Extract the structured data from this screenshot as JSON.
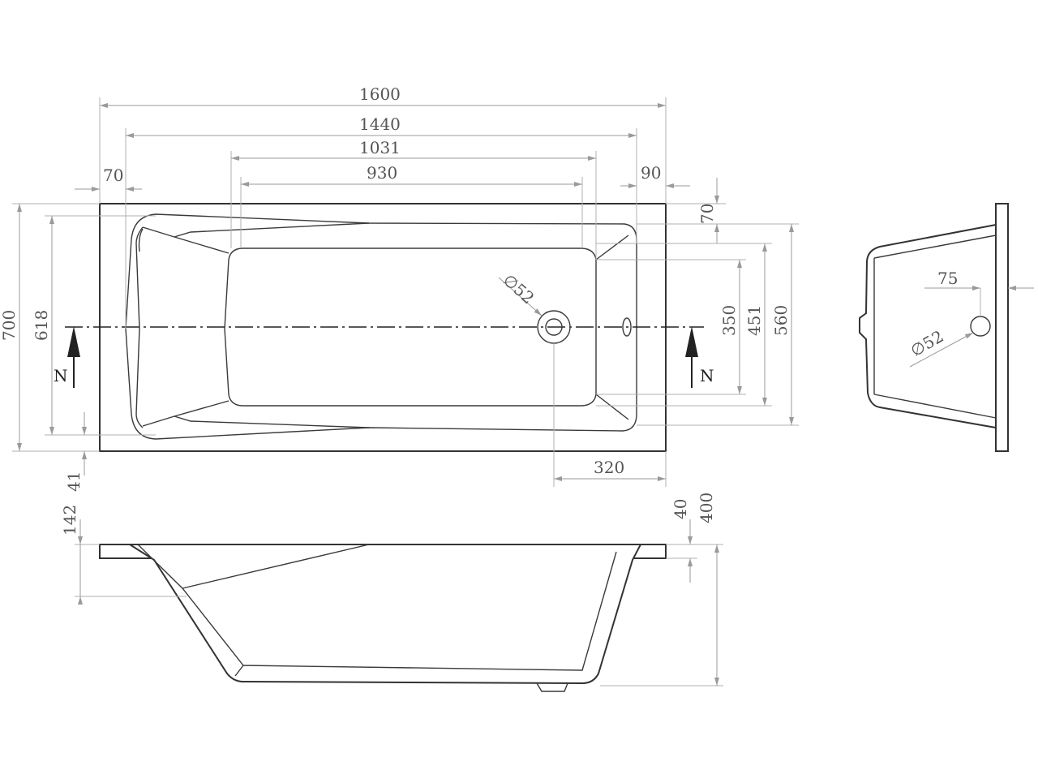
{
  "dimensions": {
    "overall_length": "1600",
    "inner_length_top": "1440",
    "inner_length_mid": "1031",
    "inner_length_bottom": "930",
    "left_offset": "70",
    "right_offset": "90",
    "top_offset": "70",
    "overall_width": "700",
    "inner_width": "618",
    "bottom_width_350": "350",
    "bottom_width_451": "451",
    "rim_width_560": "560",
    "drain_offset": "320",
    "drain_diameter": "∅52",
    "rim_to_edge_41": "41",
    "step_142": "142",
    "rim_thickness": "40",
    "total_height": "400",
    "overflow_offset": "75",
    "overflow_diameter": "∅52"
  },
  "section_markers": {
    "left": "N",
    "right": "N"
  }
}
